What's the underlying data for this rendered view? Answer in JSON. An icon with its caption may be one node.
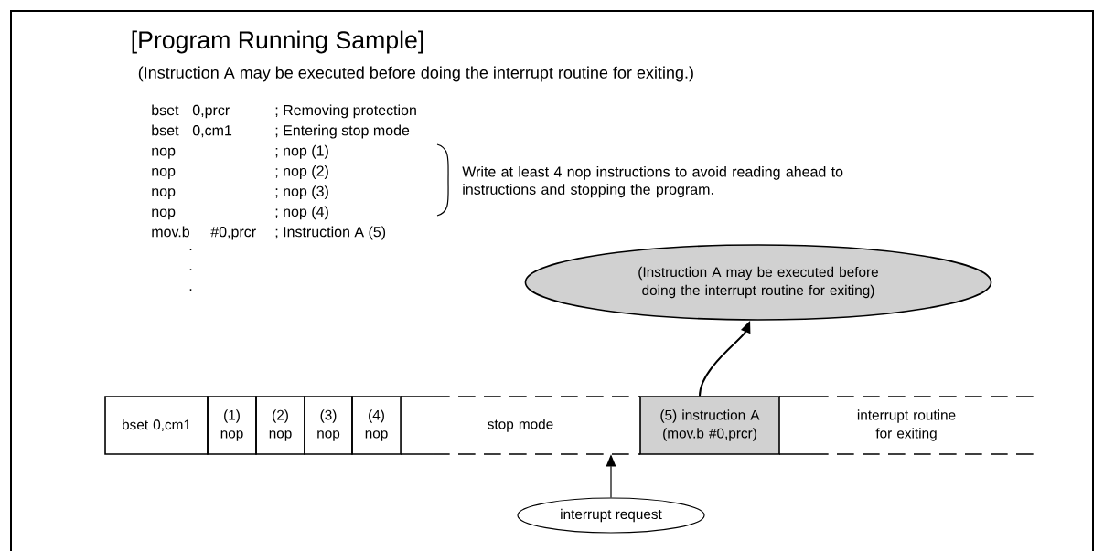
{
  "diagram": {
    "title": "[Program Running Sample]",
    "nodes": [
      {
        "text": [
          "bset 0,cm1"
        ]
      },
      {
        "text": [
          "(1) nop"
        ]
      },
      {
        "text": [
          "(2) nop"
        ]
      },
      {
        "text": [
          "(3) nop"
        ]
      },
      {
        "text": [
          "(4) nop"
        ]
      },
      {
        "text": [
          "stop mode"
        ]
      },
      {
        "text": [
          "(5) instruction A (mov.b #0,prcr)"
        ]
      },
      {
        "text": [
          "interrupt routine for exiting"
        ]
      },
      {
        "text": [
          "(Instruction A may be executed before doing the interrupt routine for exiting)"
        ]
      },
      {
        "text": [
          "interrupt request"
        ]
      }
    ],
    "edges": [
      {
        "from": 9,
        "to": 5,
        "arrow": "to"
      },
      {
        "from": 6,
        "to": 8,
        "arrow": "to"
      }
    ],
    "labels": [
      "(Instruction A may be executed before doing the interrupt routine for exiting.)",
      "bset",
      "0,prcr",
      "; Removing protection",
      "bset",
      "0,cm1",
      "; Entering stop mode",
      "nop",
      "; nop (1)",
      "nop",
      "; nop (2)",
      "nop",
      "; nop (3)",
      "nop",
      "; nop (4)",
      "mov.b",
      "#0,prcr",
      "; Instruction A (5)",
      ".",
      ".",
      ".",
      "Write at least 4 nop instructions to avoid reading ahead to instructions and stopping the program."
    ]
  }
}
